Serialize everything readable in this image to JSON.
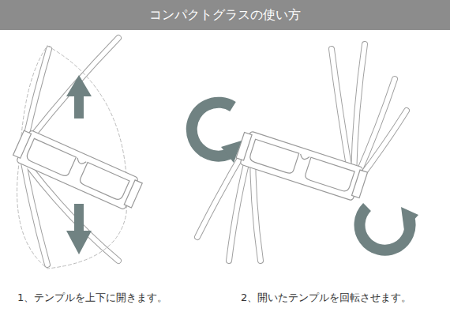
{
  "diagram": {
    "title": "コンパクトグラスの使い方",
    "labels": [
      "1、テンプルを上下に開きます。",
      "2、開いたテンプルを回転させます。"
    ]
  }
}
